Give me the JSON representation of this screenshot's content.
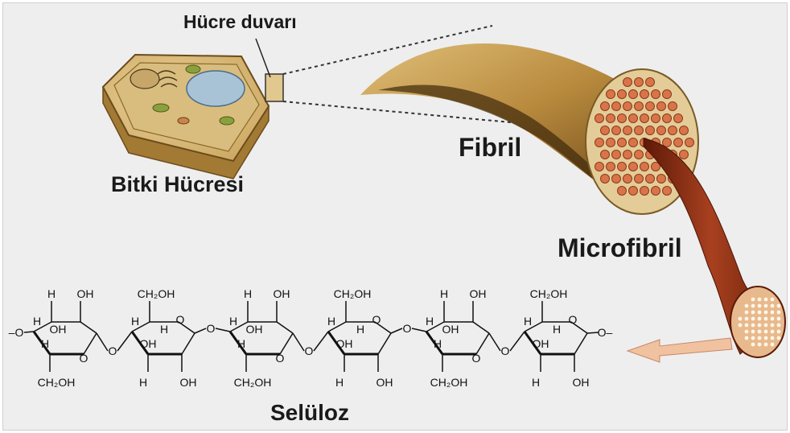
{
  "labels": {
    "cell_wall": "Hücre duvarı",
    "plant_cell": "Bitki Hücresi",
    "fibril": "Fibril",
    "microfibril": "Microfibril",
    "cellulose": "Selüloz"
  },
  "chem": {
    "h": "H",
    "oh": "OH",
    "o": "O",
    "ch2oh": "CH₂OH",
    "chain_end": "–O"
  },
  "colors": {
    "background": "#eeeeee",
    "fibril_brown": "#6b4410",
    "fibril_tan": "#c49a4a",
    "microfibril_red": "#8b2a12",
    "cell_tan": "#d7b877",
    "arrow": "#f0c2a0"
  }
}
